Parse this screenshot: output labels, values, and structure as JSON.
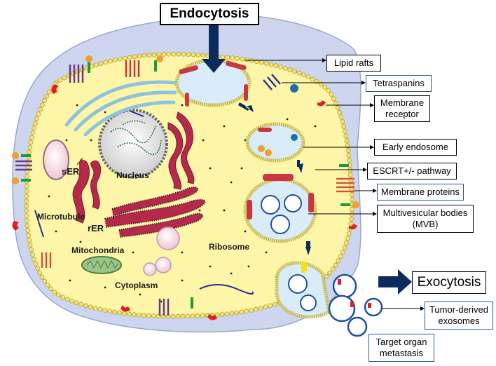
{
  "title": "Endocytosis",
  "exit_label": "Exocytosis",
  "organelles": {
    "nucleus": "Nucleus",
    "ser": "sER",
    "rer": "rER",
    "microtubule": "Microtubule",
    "mitochondria": "Mitochondria",
    "cytoplasm": "Cytoplasm",
    "ribosome": "Ribosome"
  },
  "callouts": {
    "lipid_rafts": "Lipid rafts",
    "tetraspanins": "Tetraspanins",
    "membrane_receptor": "Membrane\nreceptor",
    "early_endosome": "Early endosome",
    "escrt": "ESCRT+/- pathway",
    "membrane_proteins": "Membrane proteins",
    "mvb": "Multivesicular bodies\n(MVB)",
    "tumor_exosomes": "Tumor-derived\nexosomes",
    "target_organ": "Target organ\nmetastasis"
  },
  "colors": {
    "cell_outer": "#cdd6ee",
    "cytoplasm": "#fdf6a8",
    "membrane_bead": "#f3e37a",
    "arrow": "#0d2a5c",
    "box_blue_border": "#2f5597",
    "er": "#b52a4a",
    "receptor": "#e02020",
    "raft": "#c9373f"
  }
}
